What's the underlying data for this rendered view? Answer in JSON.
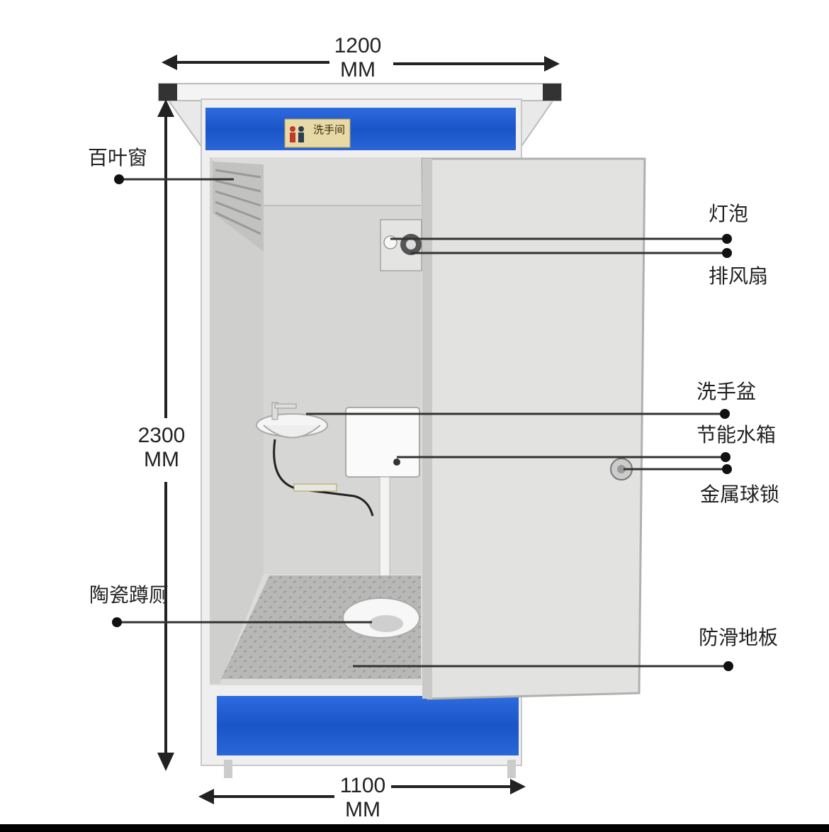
{
  "dimensions": {
    "top_width": {
      "value": "1200",
      "unit": "MM"
    },
    "height": {
      "value": "2300",
      "unit": "MM"
    },
    "bottom_width": {
      "value": "1100",
      "unit": "MM"
    }
  },
  "sign_text": "洗手间",
  "labels": {
    "louver": "百叶窗",
    "bulb": "灯泡",
    "fan": "排风扇",
    "basin": "洗手盆",
    "tank": "节能水箱",
    "lock": "金属球锁",
    "squat_toilet": "陶瓷蹲厕",
    "floor": "防滑地板"
  },
  "colors": {
    "panel_blue": "#1f5bd1",
    "frame": "#eeeeee",
    "wall": "#d8d8d6",
    "door": "#e6e6e4",
    "leader_line": "#333333"
  }
}
